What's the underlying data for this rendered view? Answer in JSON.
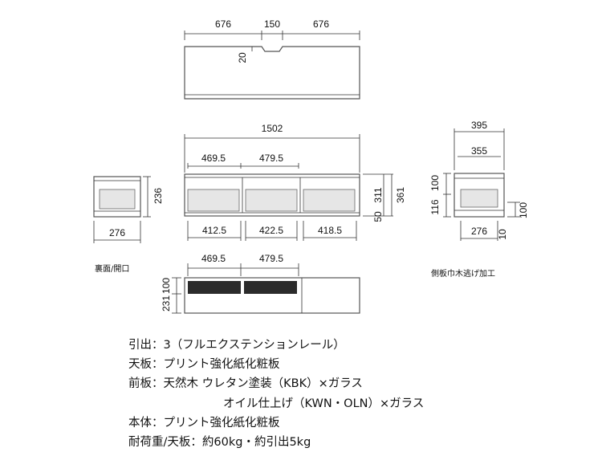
{
  "top_view": {
    "widths": [
      "676",
      "150",
      "676"
    ],
    "notch_depth": "20"
  },
  "front_view": {
    "overall_width": "1502",
    "top_drawer_widths": [
      "469.5",
      "479.5"
    ],
    "inner_widths": [
      "412.5",
      "422.5",
      "418.5"
    ],
    "heights": [
      "311",
      "361"
    ],
    "leg_height": "50"
  },
  "left_side_view": {
    "height": "236",
    "depth": "276"
  },
  "right_side_view": {
    "top_width": "395",
    "inner_width": "355",
    "heights_top": "100",
    "heights_mid": "116",
    "base_height": "100",
    "depth": "276",
    "offset": "10",
    "note": "側板巾木逃げ加工"
  },
  "back_view": {
    "label": "裏面/開口",
    "widths": [
      "469.5",
      "479.5"
    ],
    "heights": [
      "231",
      "100"
    ]
  },
  "specs": [
    {
      "key": "引出",
      "value": "：3（フルエクステンションレール）"
    },
    {
      "key": "天板",
      "value": "：プリント強化紙化粧板"
    },
    {
      "key": "前板",
      "value": "：天然木 ウレタン塗装（KBK）×ガラス"
    },
    {
      "key": "",
      "value": "オイル仕上げ（KWN・OLN）×ガラス"
    },
    {
      "key": "本体",
      "value": "：プリント強化紙化粧板"
    },
    {
      "key": "耐荷重/天板",
      "value": "：約60kg・約引出5kg"
    }
  ]
}
